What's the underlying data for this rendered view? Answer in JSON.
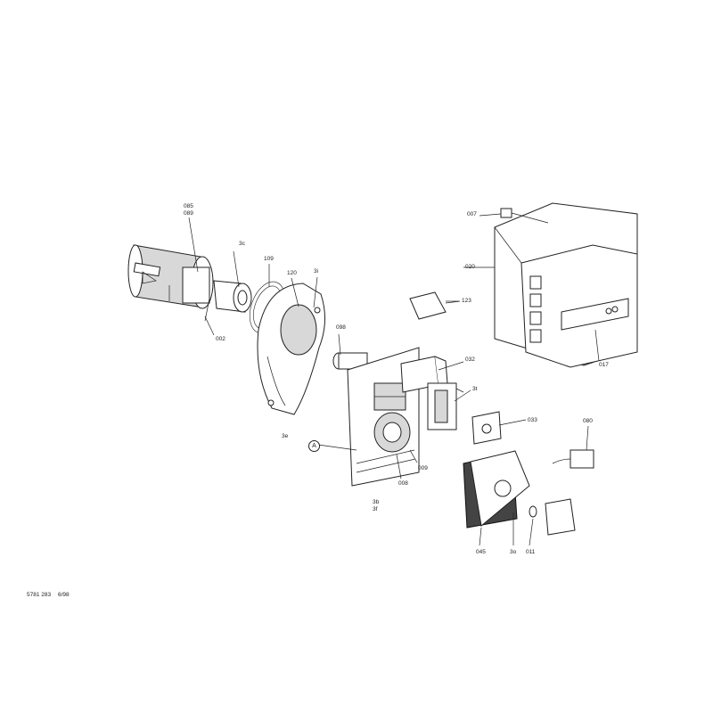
{
  "diagram": {
    "labels": {
      "p085": "085",
      "p089": "089",
      "p3c": "3c",
      "p109": "109",
      "p120": "120",
      "p3i": "3i",
      "p002": "002",
      "p098": "098",
      "p3e": "3e",
      "p007": "007",
      "p020": "020",
      "p123": "123",
      "p017": "017",
      "p032": "032",
      "p3t": "3t",
      "p033": "033",
      "p080": "080",
      "p009": "009",
      "p008": "008",
      "p3b": "3b",
      "p3f": "3f",
      "p045": "045",
      "p3o": "3o",
      "p011": "011",
      "markerA": "A"
    },
    "footer": {
      "code": "5781 283",
      "date": "6/98"
    }
  }
}
